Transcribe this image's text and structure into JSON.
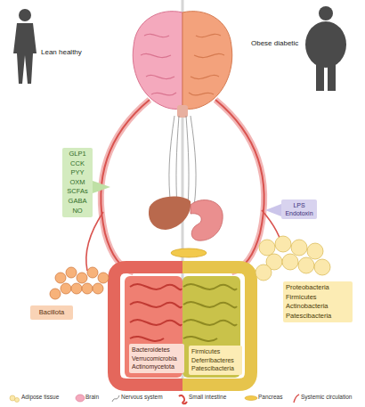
{
  "diagram": {
    "nodes": [
      {
        "text": [
          "GLP1",
          "CCK",
          "PYY",
          "OXM",
          "SCFAs",
          "GABA",
          "NO"
        ]
      },
      {
        "text": [
          "LPS",
          "Endotoxin"
        ]
      },
      {
        "text": [
          "Bacillota"
        ]
      },
      {
        "text": [
          "Bacteroidetes",
          "Verrucomicrobia",
          "Actinomycetota"
        ]
      },
      {
        "text": [
          "Firmicutes",
          "Deferribacteres",
          "Patescibacteria"
        ]
      },
      {
        "text": [
          "Proteobacteria",
          "Firmicutes",
          "Actinobacteria",
          "Patescibacteria"
        ]
      }
    ],
    "labels": [
      "Lean healthy",
      "Obese diabetic"
    ],
    "legend": [
      {
        "text": "Adipose tissue"
      },
      {
        "text": "Brain"
      },
      {
        "text": "Nervous system"
      },
      {
        "text": "Small intestine"
      },
      {
        "text": "Pancreas"
      },
      {
        "text": "Systemic circulation"
      }
    ]
  }
}
